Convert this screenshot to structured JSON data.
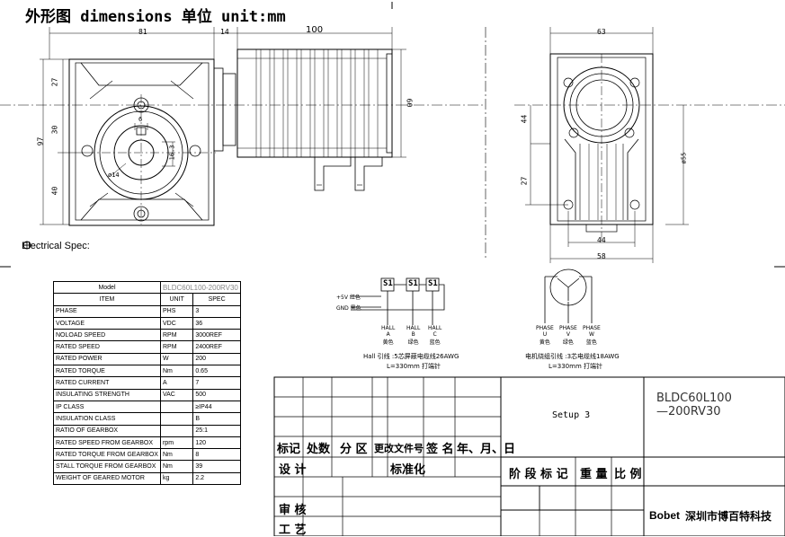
{
  "page_title": "外形图 dimensions  单位 unit:mm",
  "dimensions": {
    "d81": "81",
    "d14": "14",
    "d100": "100",
    "d27": "27",
    "d97": "97",
    "d30": "30",
    "d40": "40",
    "d60": "60",
    "d6": "6",
    "d16_3": "16.3",
    "d14dia": "ø14",
    "d63": "63",
    "d44": "44",
    "d27b": "27",
    "d55": "ø55",
    "d44b": "44",
    "d58": "58"
  },
  "electrical_spec_label": "Electrical Spec:",
  "spec_table": {
    "model_label": "Model",
    "model_value": "BLDC60L100-200RV30",
    "headers": [
      "ITEM",
      "UNIT",
      "SPEC"
    ],
    "rows": [
      [
        "PHASE",
        "PHS",
        "3"
      ],
      [
        "VOLTAGE",
        "VDC",
        "36"
      ],
      [
        "NOLOAD SPEED",
        "RPM",
        "3000REF"
      ],
      [
        "RATED SPEED",
        "RPM",
        "2400REF"
      ],
      [
        "RATED POWER",
        "W",
        "200"
      ],
      [
        "RATED TORQUE",
        "Nm",
        "0.65"
      ],
      [
        "RATED CURRENT",
        "A",
        "7"
      ],
      [
        "INSULATING STRENGTH",
        "VAC",
        "500"
      ],
      [
        "IP CLASS",
        "",
        "≥IP44"
      ],
      [
        "INSULATION CLASS",
        "",
        "B"
      ],
      [
        "RATIO OF GEARBOX",
        "",
        "25:1"
      ],
      [
        "RATED SPEED FROM GEARBOX",
        "rpm",
        "120"
      ],
      [
        "RATED TORQUE FROM GEARBOX",
        "Nm",
        "8"
      ],
      [
        "STALL TORQUE FROM GEARBOX",
        "Nm",
        "39"
      ],
      [
        "WEIGHT OF GEARED MOTOR",
        "kg",
        "2.2"
      ]
    ]
  },
  "hall": {
    "s_labels": [
      "S1",
      "S1",
      "S1"
    ],
    "plus5v": "+5V  红色",
    "gnd": "GND  黑色",
    "outs": [
      "HALL\nA\n黄色",
      "HALL\nB\n绿色",
      "HALL\nC\n蓝色"
    ],
    "caption1": "Hall 引线 :5芯屏蔽电缆线26AWG",
    "caption2": "L=330mm 打端针"
  },
  "phase": {
    "outs": [
      "PHASE\nU\n黄色",
      "PHASE\nV\n绿色",
      "PHASE\nW\n蓝色"
    ],
    "caption1": "电机绕组引线 :3芯电缆线18AWG",
    "caption2": "L=330mm 打端针"
  },
  "title_block": {
    "row_labels": [
      "标记",
      "处数",
      "分 区",
      "更改文件号",
      "签 名",
      "年、月、日"
    ],
    "design": "设 计",
    "standardize": "标准化",
    "stage": "阶 段 标 记",
    "weight": "重 量",
    "ratio": "比 例",
    "review": "审 核",
    "process": "工 艺",
    "setup": "Setup 3",
    "model_line1": "BLDC60L100",
    "model_line2": "—200RV30",
    "company_latin": "Bobet",
    "company_cn": "深圳市博百特科技"
  }
}
